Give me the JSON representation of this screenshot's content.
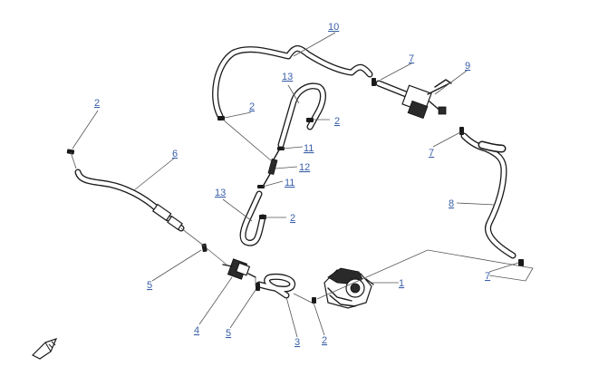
{
  "callouts": [
    {
      "id": "c10",
      "label": "10",
      "part_ref": "hose-10"
    },
    {
      "id": "c7a",
      "label": "7",
      "part_ref": "clamp"
    },
    {
      "id": "c9",
      "label": "9",
      "part_ref": "valve-9"
    },
    {
      "id": "c2a",
      "label": "2",
      "part_ref": "clamp-2"
    },
    {
      "id": "c2b",
      "label": "2",
      "part_ref": "clamp-2"
    },
    {
      "id": "c13a",
      "label": "13",
      "part_ref": "hose-13"
    },
    {
      "id": "c2c",
      "label": "2",
      "part_ref": "clamp-2"
    },
    {
      "id": "c11a",
      "label": "11",
      "part_ref": "clamp-11"
    },
    {
      "id": "c12",
      "label": "12",
      "part_ref": "tee-12"
    },
    {
      "id": "c11b",
      "label": "11",
      "part_ref": "clamp-11"
    },
    {
      "id": "c6",
      "label": "6",
      "part_ref": "hose-6"
    },
    {
      "id": "c7b",
      "label": "7",
      "part_ref": "clamp"
    },
    {
      "id": "c8",
      "label": "8",
      "part_ref": "hose-8"
    },
    {
      "id": "c13b",
      "label": "13",
      "part_ref": "hose-13"
    },
    {
      "id": "c2d",
      "label": "2",
      "part_ref": "clamp-2"
    },
    {
      "id": "c7c",
      "label": "7",
      "part_ref": "clamp"
    },
    {
      "id": "c1",
      "label": "1",
      "part_ref": "canister-1"
    },
    {
      "id": "c5a",
      "label": "5",
      "part_ref": "clamp-5"
    },
    {
      "id": "c4",
      "label": "4",
      "part_ref": "valve-4"
    },
    {
      "id": "c5b",
      "label": "5",
      "part_ref": "clamp-5"
    },
    {
      "id": "c3",
      "label": "3",
      "part_ref": "hose-3"
    },
    {
      "id": "c2e",
      "label": "2",
      "part_ref": "clamp-2"
    }
  ],
  "orientation_icon": "front-arrow-icon"
}
